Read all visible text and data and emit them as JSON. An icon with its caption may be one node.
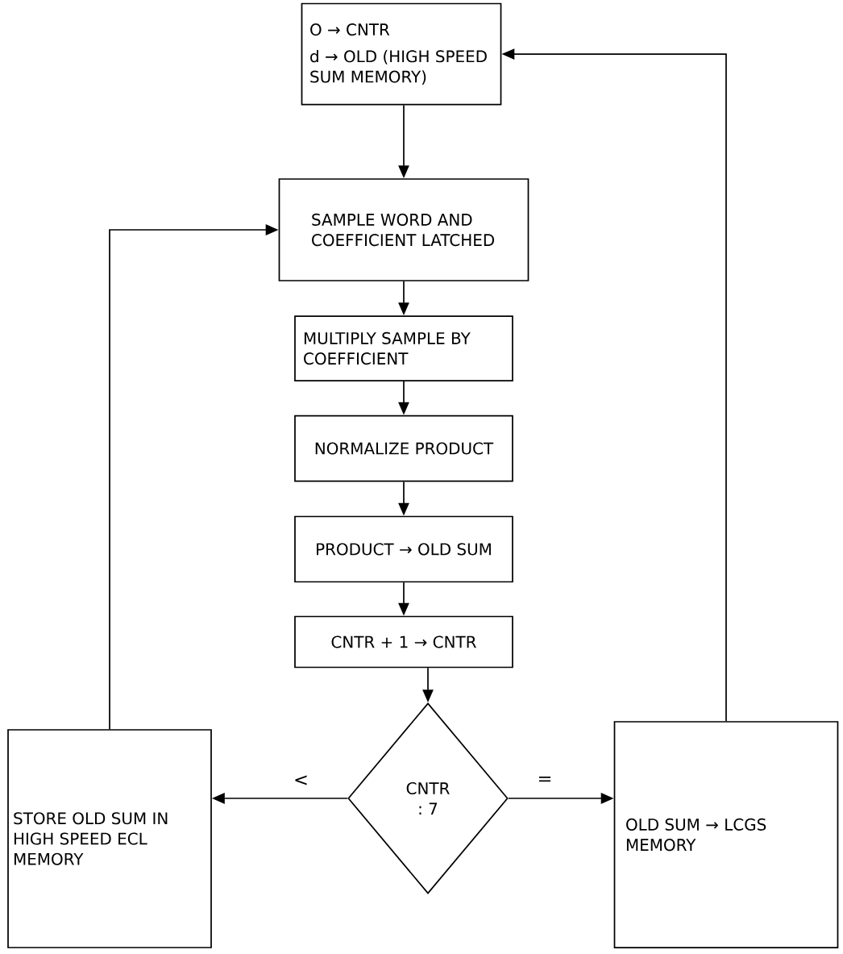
{
  "diagram": {
    "nodes": [
      {
        "text": [
          "O → CNTR",
          "d → OLD (HIGH SPEED SUM MEMORY)"
        ]
      },
      {
        "text": [
          "SAMPLE WORD AND COEFFICIENT LATCHED"
        ]
      },
      {
        "text": [
          "MULTIPLY SAMPLE BY COEFFICIENT"
        ]
      },
      {
        "text": [
          "NORMALIZE PRODUCT"
        ]
      },
      {
        "text": [
          "PRODUCT → OLD SUM"
        ]
      },
      {
        "text": [
          "CNTR + 1 → CNTR"
        ]
      },
      {
        "text": [
          "CNTR : 7"
        ]
      },
      {
        "text": [
          "STORE OLD SUM IN HIGH SPEED ECL MEMORY"
        ]
      },
      {
        "text": [
          "OLD SUM → LCGS MEMORY"
        ]
      }
    ],
    "edges": [
      {
        "from": 0,
        "to": 1,
        "arrow": "to"
      },
      {
        "from": 1,
        "to": 2,
        "arrow": "to"
      },
      {
        "from": 2,
        "to": 3,
        "arrow": "to"
      },
      {
        "from": 3,
        "to": 4,
        "arrow": "to"
      },
      {
        "from": 4,
        "to": 5,
        "arrow": "to"
      },
      {
        "from": 5,
        "to": 6,
        "arrow": "to"
      },
      {
        "from": 6,
        "to": 7,
        "arrow": "to",
        "label": "<"
      },
      {
        "from": 6,
        "to": 8,
        "arrow": "to",
        "label": "="
      },
      {
        "from": 7,
        "to": 1,
        "arrow": "to"
      },
      {
        "from": 8,
        "to": 0,
        "arrow": "to"
      }
    ]
  }
}
